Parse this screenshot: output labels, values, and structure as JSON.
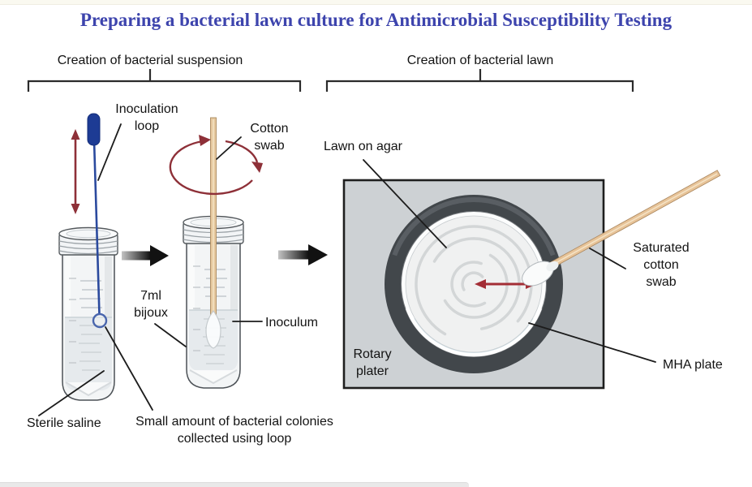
{
  "page": {
    "title": "Preparing a bacterial lawn culture for Antimicrobial Susceptibility Testing"
  },
  "sections": {
    "suspension": "Creation of bacterial suspension",
    "lawn": "Creation of bacterial lawn"
  },
  "annotations": {
    "inoculation_loop": "Inoculation loop",
    "cotton_swab": "Cotton swab",
    "lawn_on_agar": "Lawn on agar",
    "bijou_bottle": "7ml bijoux",
    "inoculum": "Inoculum",
    "sterile_saline": "Sterile saline",
    "colonies_note": "Small amount of bacterial colonies collected using loop",
    "rotary_plater": "Rotary plater",
    "saturated_swab": "Saturated cotton swab",
    "mha_plate": "MHA plate"
  },
  "colors": {
    "title_blue": "#3d44ad",
    "annotation_text": "#131313",
    "pointer_line": "#1c1c1c",
    "motion_arrow_red": "#8e3038",
    "spread_arrow_red": "#a32d35",
    "stage_arrow_black": "#121212",
    "loop_handle_blue": "#1d3b94",
    "loop_wire_blue": "#2b4a9e",
    "swab_stick_tan": "#e7c398",
    "plater_gray": "#cdd1d4",
    "plate_rim_dark": "#42474b",
    "agar_surface": "#f0f1f1",
    "saline_liquid": "#e6eaed"
  }
}
